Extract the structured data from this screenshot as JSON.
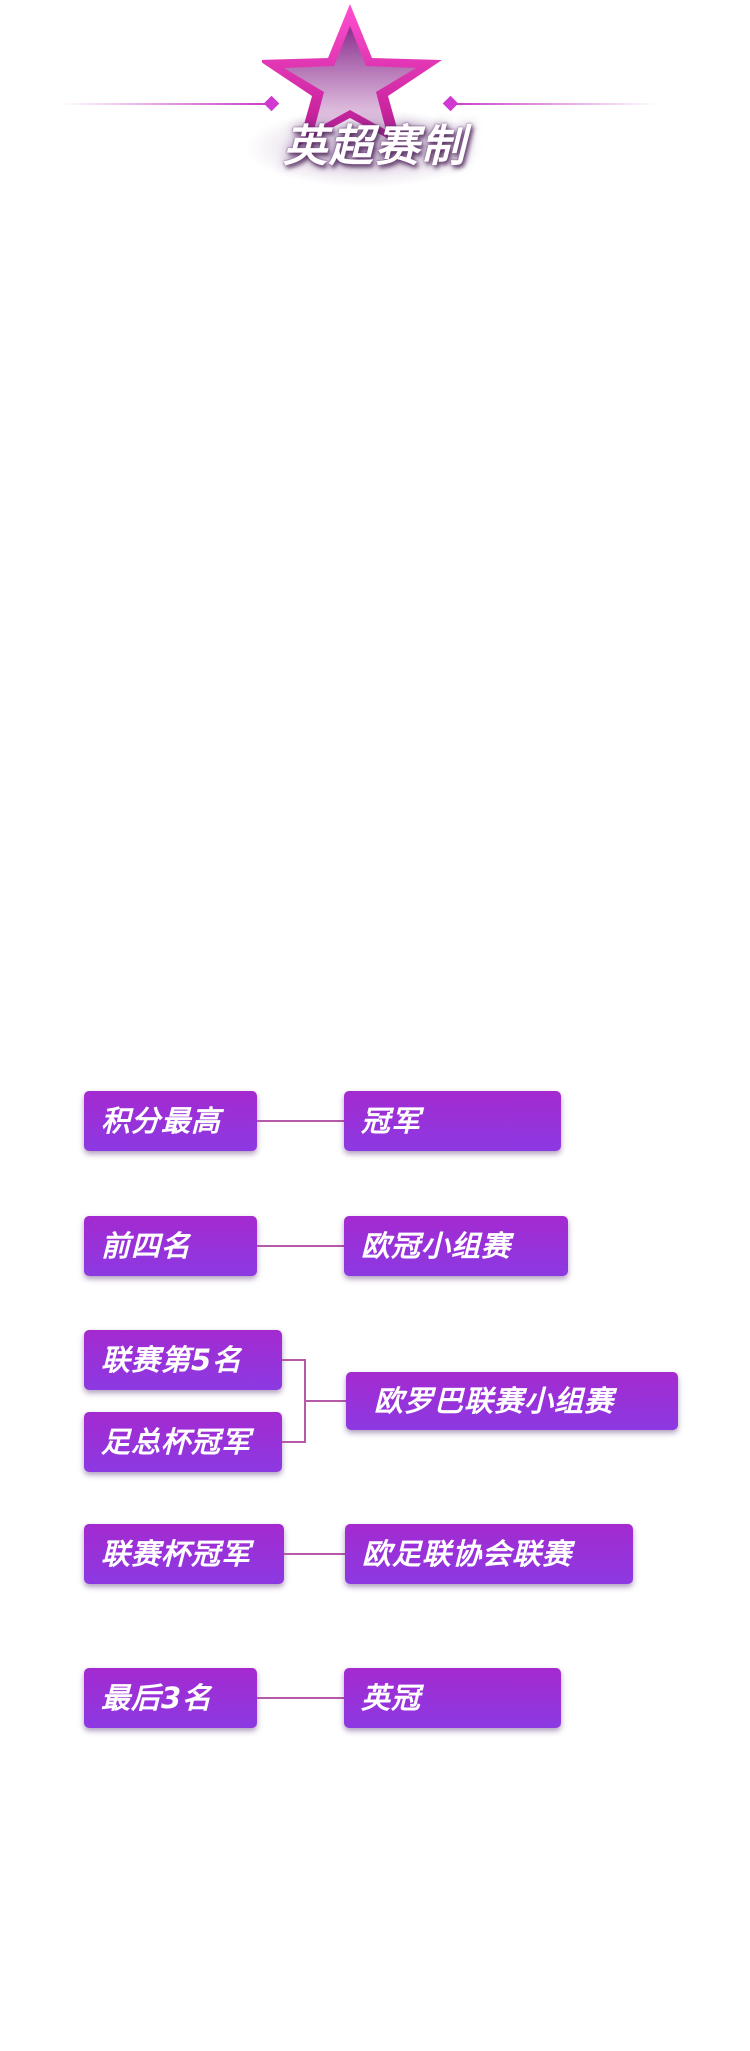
{
  "header": {
    "title": "英超赛制"
  },
  "rows": [
    {
      "left": "积分最高",
      "right": "冠军"
    },
    {
      "left": "前四名",
      "right": "欧冠小组赛"
    },
    {
      "left_a": "联赛第5名",
      "left_b": "足总杯冠军",
      "right": "欧罗巴联赛小组赛"
    },
    {
      "left": "联赛杯冠军",
      "right": "欧足联协会联赛"
    },
    {
      "left": "最后3名",
      "right": "英冠"
    }
  ],
  "colors": {
    "box_top": "#a42ad0",
    "box_bottom": "#8c39e2",
    "connector": "#b55aa8",
    "accent": "#d03ad0"
  }
}
